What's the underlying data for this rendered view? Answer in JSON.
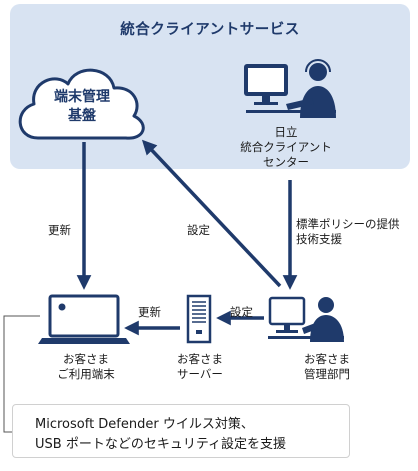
{
  "panel": {
    "title": "統合クライアントサービス"
  },
  "cloud": {
    "label_line1": "端末管理",
    "label_line2": "基盤"
  },
  "hitachi_center": {
    "line1": "日立",
    "line2": "統合クライアント",
    "line3": "センター"
  },
  "customer_pc": {
    "line1": "お客さま",
    "line2": "ご利用端末"
  },
  "customer_server": {
    "line1": "お客さま",
    "line2": "サーバー"
  },
  "customer_admin": {
    "line1": "お客さま",
    "line2": "管理部門"
  },
  "edges": {
    "cloud_to_pc": "更新",
    "admin_to_cloud": "設定",
    "center_to_admin_line1": "標準ポリシーの提供",
    "center_to_admin_line2": "技術支援",
    "server_to_pc": "更新",
    "admin_to_server": "設定"
  },
  "callout": {
    "line1": "Microsoft Defender ウイルス対策、",
    "line2": "USB ポートなどのセキュリティ設定を支援"
  },
  "colors": {
    "navy": "#1f3a6b",
    "panel": "#d8e3f2"
  }
}
